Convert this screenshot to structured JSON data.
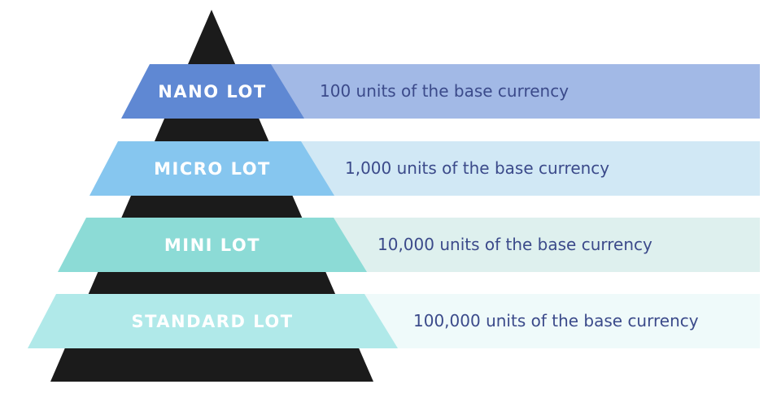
{
  "colors": {
    "background": "#ffffff",
    "pyramid": "#1b1b1b",
    "label_text": "#ffffff",
    "description_text": "#3b4a8a"
  },
  "tiers": [
    {
      "label": "NANO LOT",
      "description": "100 units of the base currency",
      "tier_color": "#5f88d3",
      "band_color": "#a2b9e6"
    },
    {
      "label": "MICRO LOT",
      "description": "1,000 units of the base currency",
      "tier_color": "#86c6ef",
      "band_color": "#d1e8f5"
    },
    {
      "label": "MINI LOT",
      "description": "10,000 units of the base currency",
      "tier_color": "#8cdbd6",
      "band_color": "#def0ee"
    },
    {
      "label": "STANDARD LOT",
      "description": "100,000 units of the base currency",
      "tier_color": "#b0e9e9",
      "band_color": "#effafa"
    }
  ]
}
